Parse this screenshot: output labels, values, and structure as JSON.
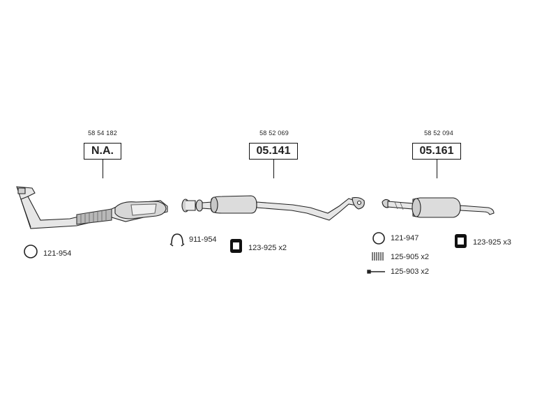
{
  "sections": [
    {
      "oe_number": "58 54 182",
      "part_number": "N.A."
    },
    {
      "oe_number": "58 52 069",
      "part_number": "05.141"
    },
    {
      "oe_number": "58 52 094",
      "part_number": "05.161"
    }
  ],
  "parts": {
    "gasket_front": "121-954",
    "clamp_mid": "911-954",
    "hanger_mid": "123-925 x2",
    "gasket_rear": "121-947",
    "spring_rear": "125-905 x2",
    "bolt_rear": "125-903 x2",
    "hanger_rear": "123-925 x3"
  },
  "icons": [
    "ring-gasket-icon",
    "clamp-icon",
    "rubber-hanger-icon",
    "spring-icon",
    "bolt-icon",
    "exhaust-pipe-icon"
  ],
  "colors": {
    "line": "#111111",
    "fill": "#dcdcdc",
    "text": "#222222"
  }
}
